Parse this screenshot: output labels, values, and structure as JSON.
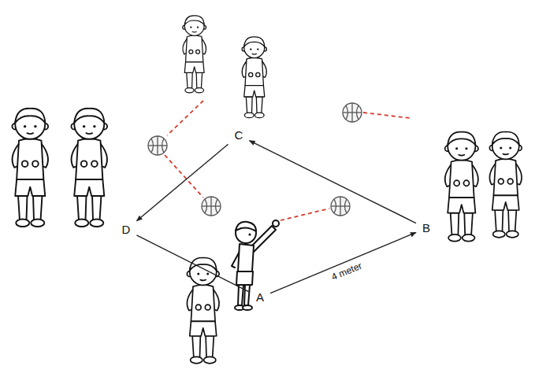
{
  "diagram": {
    "nodes": [
      {
        "text": [
          "C"
        ]
      },
      {
        "text": [
          "D"
        ]
      },
      {
        "text": [
          "B"
        ]
      },
      {
        "text": [
          "A"
        ]
      }
    ],
    "edges": [
      {
        "from": 3,
        "to": 2,
        "arrow": "to",
        "label": "4 meter"
      },
      {
        "from": 2,
        "to": 0,
        "arrow": "to"
      },
      {
        "from": 0,
        "to": 1,
        "arrow": "to"
      },
      {
        "from": 1,
        "to": 3,
        "arrow": "none"
      }
    ]
  }
}
